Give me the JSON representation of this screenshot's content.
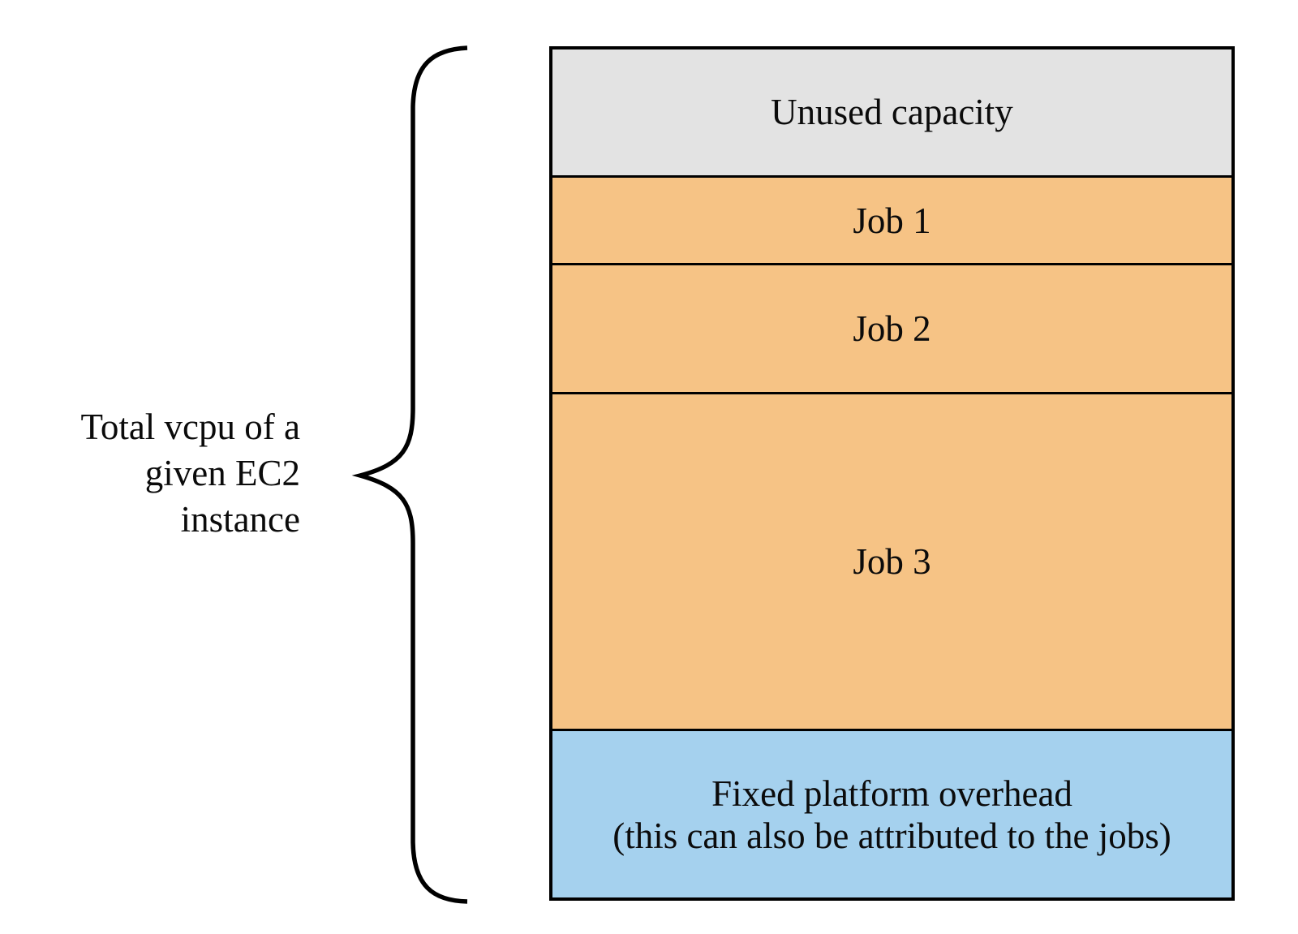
{
  "diagram": {
    "left_label": {
      "lines": [
        "Total vcpu of a",
        "given EC2",
        "instance"
      ]
    },
    "stack": {
      "border_color": "#000000",
      "divider_color": "#000000",
      "segments": [
        {
          "name": "unused-capacity",
          "lines": [
            "Unused capacity"
          ],
          "color": "#e3e3e3",
          "height_pct": 15.0
        },
        {
          "name": "job-1",
          "lines": [
            "Job 1"
          ],
          "color": "#f6c385",
          "height_pct": 10.2
        },
        {
          "name": "job-2",
          "lines": [
            "Job 2"
          ],
          "color": "#f6c385",
          "height_pct": 15.1
        },
        {
          "name": "job-3",
          "lines": [
            "Job 3"
          ],
          "color": "#f6c385",
          "height_pct": 39.9
        },
        {
          "name": "fixed-platform-overhead",
          "lines": [
            "Fixed platform overhead",
            "(this can also be attributed to the jobs)"
          ],
          "color": "#a5d1ee",
          "height_pct": 19.8
        }
      ]
    }
  }
}
